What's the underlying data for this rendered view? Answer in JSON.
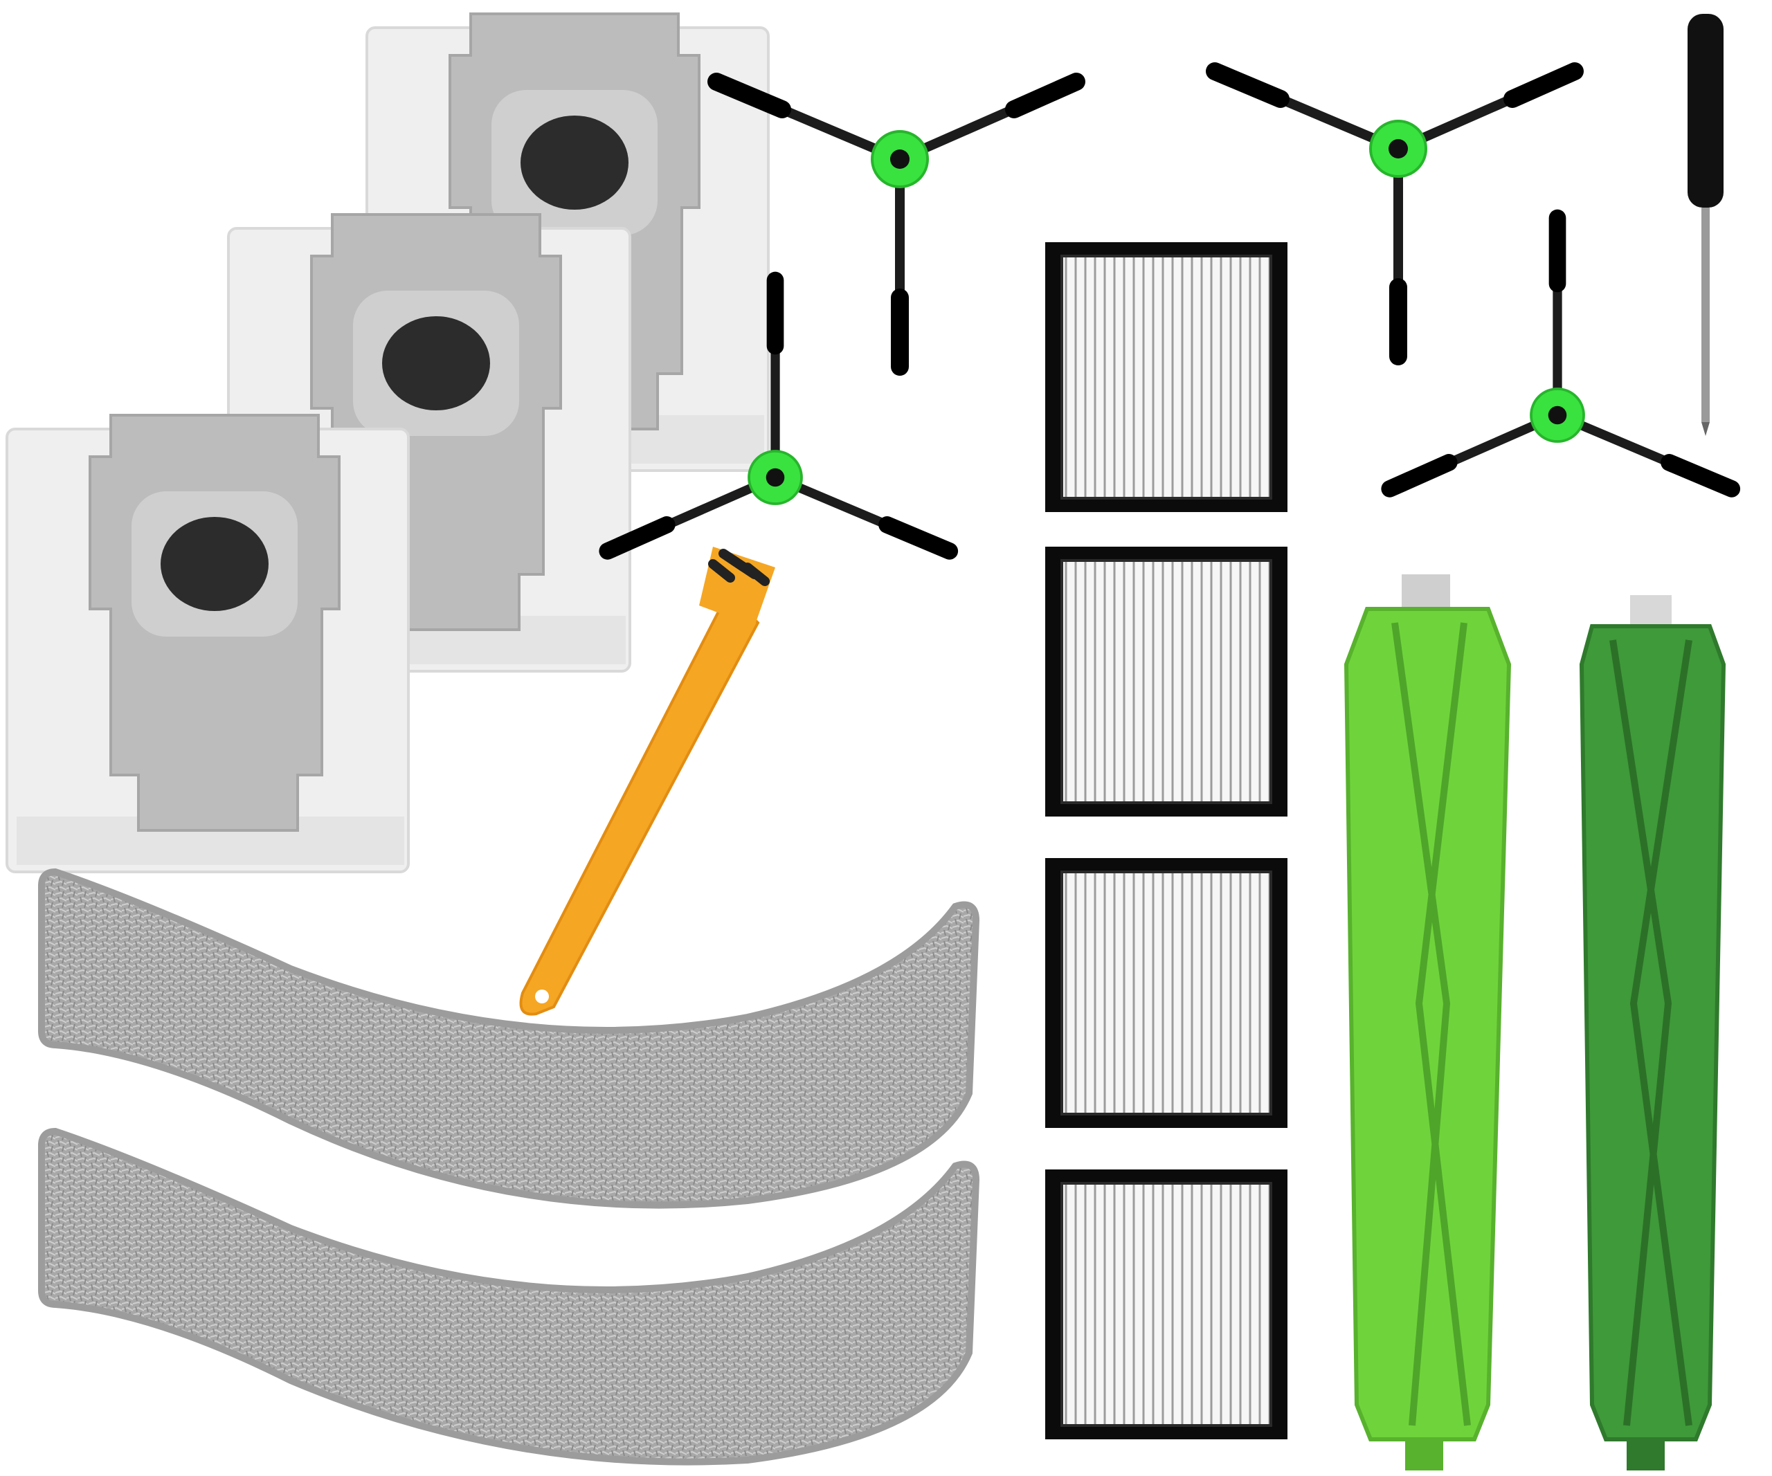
{
  "scene": {
    "background": "#ffffff",
    "colors": {
      "bag_fabric": "#eeeeee",
      "bag_plate": "#b9b9b9",
      "bag_hole": "#2b2b2b",
      "brush_hub": "#39e23f",
      "brush_arm": "#1c1c1c",
      "filter_frame": "#0c0c0c",
      "filter_pleat": "#f4f4f4",
      "roller_light": "#6fd43b",
      "roller_dark": "#3f9a3a",
      "mop_pad": "#a9a9a9",
      "cleaning_brush": "#f5a623",
      "screwdriver": "#111111"
    },
    "items": [
      {
        "kind": "dust-bag",
        "count": 3
      },
      {
        "kind": "side-brush",
        "count": 4
      },
      {
        "kind": "hepa-filter",
        "count": 4
      },
      {
        "kind": "roller-brush",
        "count": 2
      },
      {
        "kind": "mop-pad",
        "count": 2
      },
      {
        "kind": "cleaning-brush",
        "count": 1
      },
      {
        "kind": "screwdriver",
        "count": 1
      }
    ]
  }
}
